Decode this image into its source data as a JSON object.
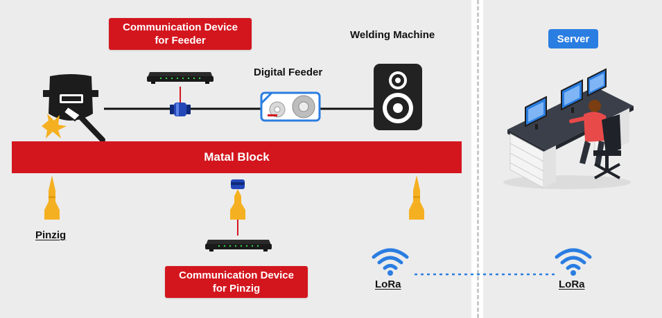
{
  "labels": {
    "comm_device_feeder": "Communication Device\nfor Feeder",
    "welding_machine": "Welding Machine",
    "digital_feeder": "Digital Feeder",
    "metal_block": "Matal Block",
    "pinzig": "Pinzig",
    "comm_device_pinzig": "Communication Device\nfor Pinzig",
    "lora_left": "LoRa",
    "lora_right": "LoRa",
    "server": "Server"
  },
  "colors": {
    "red": "#d3161e",
    "blue": "#2a7de1",
    "orange": "#f5b021",
    "panel": "#ececec"
  },
  "icons": {
    "welding_torch": "welding-mask-torch-icon",
    "router": "router-icon",
    "connector": "cable-connector-icon",
    "feeder": "wire-feeder-icon",
    "welding_machine": "speaker-machine-icon",
    "sensor": "pinzig-sensor-icon",
    "wifi": "wifi-icon",
    "workstation": "server-workstation-icon"
  }
}
